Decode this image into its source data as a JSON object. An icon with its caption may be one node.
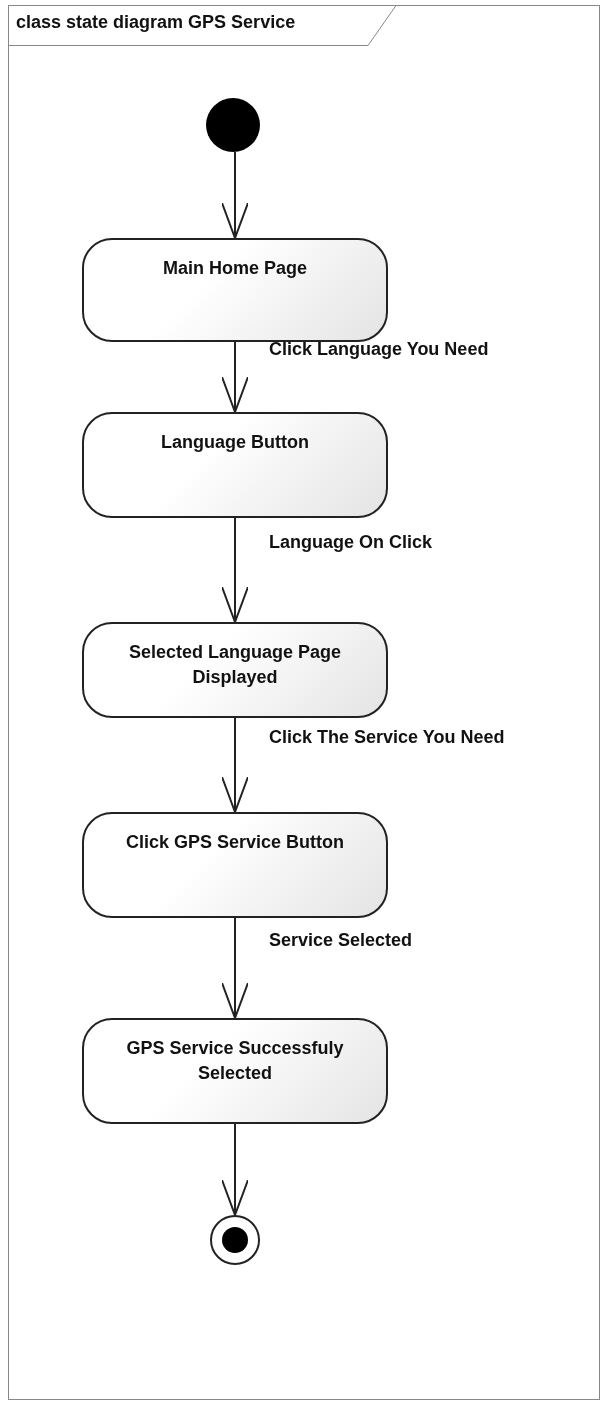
{
  "diagram": {
    "title": "class state diagram GPS Service",
    "nodes": [
      {
        "text": [],
        "shape": "circle"
      },
      {
        "text": [
          "Main Home Page"
        ]
      },
      {
        "text": [
          "Language Button"
        ]
      },
      {
        "text": [
          "Selected Language Page Displayed"
        ]
      },
      {
        "text": [
          "Click GPS Service Button"
        ]
      },
      {
        "text": [
          "GPS Service Successfuly Selected"
        ]
      },
      {
        "text": [],
        "shape": "circle"
      }
    ],
    "edges": [
      {
        "from": 0,
        "to": 1,
        "arrow": "to"
      },
      {
        "from": 1,
        "to": 2,
        "arrow": "to",
        "label": "Click Language You Need"
      },
      {
        "from": 2,
        "to": 3,
        "arrow": "to",
        "label": "Language On Click"
      },
      {
        "from": 3,
        "to": 4,
        "arrow": "to",
        "label": "Click The Service You Need"
      },
      {
        "from": 4,
        "to": 5,
        "arrow": "to",
        "label": "Service Selected"
      },
      {
        "from": 5,
        "to": 6,
        "arrow": "to"
      }
    ]
  }
}
